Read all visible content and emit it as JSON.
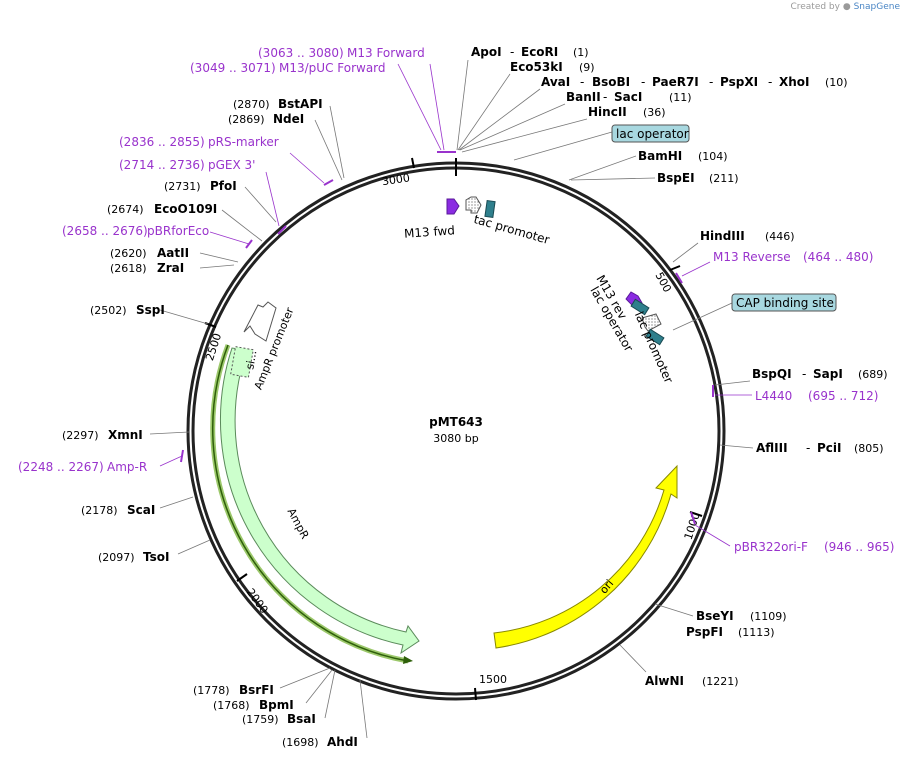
{
  "credit": {
    "prefix": "Created by",
    "brand": "SnapGene"
  },
  "plasmid": {
    "name": "pMT643",
    "length_text": "3080 bp",
    "length": 3080
  },
  "ticks": [
    "500",
    "1000",
    "1500",
    "2000",
    "2500",
    "3000"
  ],
  "enzymes": [
    {
      "name": "ApoI",
      "pos": "(1)"
    },
    {
      "name": "EcoRI",
      "pos": ""
    },
    {
      "name": "Eco53kI",
      "pos": "(9)"
    },
    {
      "name": "AvaI",
      "pos": ""
    },
    {
      "name": "BsoBI",
      "pos": ""
    },
    {
      "name": "PaeR7I",
      "pos": ""
    },
    {
      "name": "PspXI",
      "pos": ""
    },
    {
      "name": "XhoI",
      "pos": "(10)"
    },
    {
      "name": "BanII",
      "pos": ""
    },
    {
      "name": "SacI",
      "pos": "(11)"
    },
    {
      "name": "HincII",
      "pos": "(36)"
    },
    {
      "name": "BamHI",
      "pos": "(104)"
    },
    {
      "name": "BspEI",
      "pos": "(211)"
    },
    {
      "name": "HindIII",
      "pos": "(446)"
    },
    {
      "name": "BspQI",
      "pos": ""
    },
    {
      "name": "SapI",
      "pos": "(689)"
    },
    {
      "name": "AflIII",
      "pos": ""
    },
    {
      "name": "PciI",
      "pos": "(805)"
    },
    {
      "name": "BseYI",
      "pos": "(1109)"
    },
    {
      "name": "PspFI",
      "pos": "(1113)"
    },
    {
      "name": "AlwNI",
      "pos": "(1221)"
    },
    {
      "name": "AhdI",
      "pos": "(1698)"
    },
    {
      "name": "BsaI",
      "pos": "(1759)"
    },
    {
      "name": "BpmI",
      "pos": "(1768)"
    },
    {
      "name": "BsrFI",
      "pos": "(1778)"
    },
    {
      "name": "TsoI",
      "pos": "(2097)"
    },
    {
      "name": "ScaI",
      "pos": "(2178)"
    },
    {
      "name": "XmnI",
      "pos": "(2297)"
    },
    {
      "name": "SspI",
      "pos": "(2502)"
    },
    {
      "name": "ZraI",
      "pos": "(2618)"
    },
    {
      "name": "AatII",
      "pos": "(2620)"
    },
    {
      "name": "EcoO109I",
      "pos": "(2674)"
    },
    {
      "name": "PfoI",
      "pos": "(2731)"
    },
    {
      "name": "NdeI",
      "pos": "(2869)"
    },
    {
      "name": "BstAPI",
      "pos": "(2870)"
    }
  ],
  "primers": [
    {
      "name": "M13 Forward",
      "range": "(3063 .. 3080)"
    },
    {
      "name": "M13/pUC Forward",
      "range": "(3049 .. 3071)"
    },
    {
      "name": "pRS-marker",
      "range": "(2836 .. 2855)"
    },
    {
      "name": "pGEX 3'",
      "range": "(2714 .. 2736)"
    },
    {
      "name": "pBRforEco",
      "range": "(2658 .. 2676)"
    },
    {
      "name": "M13 Reverse",
      "range": "(464 .. 480)"
    },
    {
      "name": "L4440",
      "range": "(695 .. 712)"
    },
    {
      "name": "pBR322ori-F",
      "range": "(946 .. 965)"
    },
    {
      "name": "Amp-R",
      "range": "(2248 .. 2267)"
    }
  ],
  "boxed_features": [
    "lac operator",
    "CAP binding site"
  ],
  "features": {
    "m13_fwd": "M13 fwd",
    "tac_promoter_top": "tac promoter",
    "m13_rev": "M13 rev",
    "lac_operator": "lac operator",
    "lac_promoter": "lac promoter",
    "ampr_promoter": "AmpR promoter",
    "ampr": "AmpR",
    "ori": "ori",
    "signal": "si..."
  },
  "colors": {
    "backbone": "#222222",
    "primer": "#9933cc",
    "ampr_fill": "#ccffcc",
    "ampr_stroke": "#5a8a5a",
    "ampr_promoter_fill": "#ffffff",
    "ori_fill": "#ffff00",
    "ori_stroke": "#999900",
    "operator_fill": "#2e7f8c",
    "operator_box": "#a8d8e0",
    "m13_fill": "#8a2be2",
    "amp_r_line": "#3d7a1a"
  }
}
